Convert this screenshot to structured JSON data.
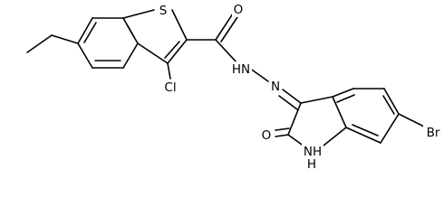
{
  "atoms": {
    "sulfur": "S",
    "carbonyl_oxygen": "O",
    "hydrazide_nh": "HN",
    "hydrazone_n": "N",
    "chlorine": "Cl",
    "lactam_oxygen": "O",
    "indole_nh": "NH",
    "indole_h": "H",
    "bromine": "Br"
  }
}
